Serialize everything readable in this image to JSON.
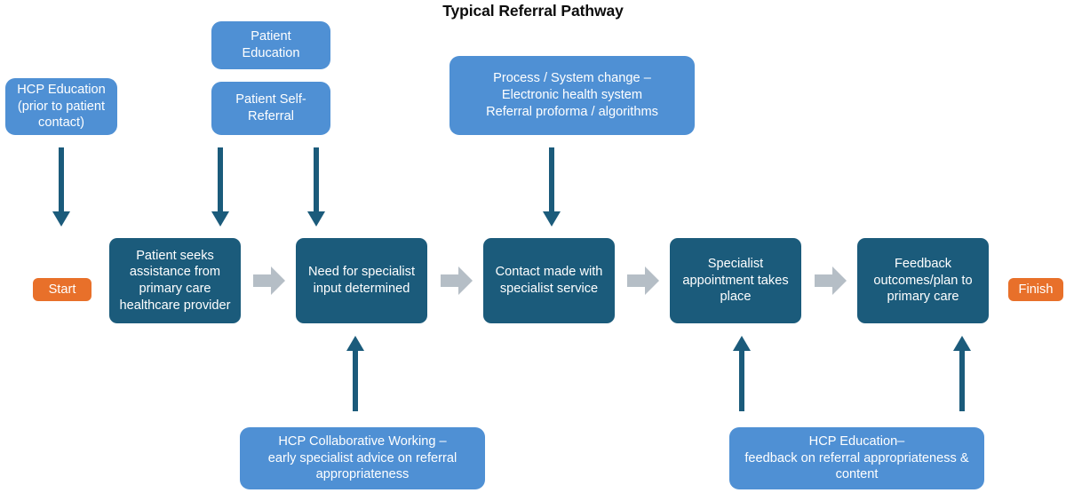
{
  "diagram": {
    "title": "Typical Referral Pathway",
    "colors": {
      "light_blue": "#4f90d4",
      "dark_blue": "#1b5b7b",
      "orange": "#e8702a",
      "grey_arrow": "#b5bec6",
      "background": "#ffffff",
      "text_on_node": "#ffffff",
      "title_text": "#0d0d0d"
    },
    "terminals": {
      "start": "Start",
      "finish": "Finish"
    },
    "main_flow": [
      {
        "id": "patient-seeks-assistance",
        "label": "Patient seeks\nassistance from\nprimary care\nhealthcare provider"
      },
      {
        "id": "need-for-specialist-input",
        "label": "Need for specialist\ninput determined"
      },
      {
        "id": "contact-made-with-specialist",
        "label": "Contact made with\nspecialist service"
      },
      {
        "id": "specialist-appointment",
        "label": "Specialist\nappointment takes\nplace"
      },
      {
        "id": "feedback-outcomes",
        "label": "Feedback\noutcomes/plan to\nprimary care"
      }
    ],
    "interventions_top": [
      {
        "id": "hcp-education-prior",
        "label": "HCP Education\n(prior to patient\ncontact)"
      },
      {
        "id": "patient-education",
        "label": "Patient\nEducation"
      },
      {
        "id": "patient-self-referral",
        "label": "Patient Self-\nReferral"
      },
      {
        "id": "process-system-change",
        "label": "Process / System change –\nElectronic health system\nReferral proforma / algorithms"
      }
    ],
    "interventions_bottom": [
      {
        "id": "hcp-collaborative-working",
        "label": "HCP Collaborative Working –\nearly specialist advice on referral\nappropriateness"
      },
      {
        "id": "hcp-education-feedback",
        "label": "HCP Education–\nfeedback on referral appropriateness &\ncontent"
      }
    ],
    "connectors": {
      "down_arrow_icon": "arrow-down-icon",
      "up_arrow_icon": "arrow-up-icon",
      "right_arrow_icon": "arrow-right-icon"
    }
  }
}
